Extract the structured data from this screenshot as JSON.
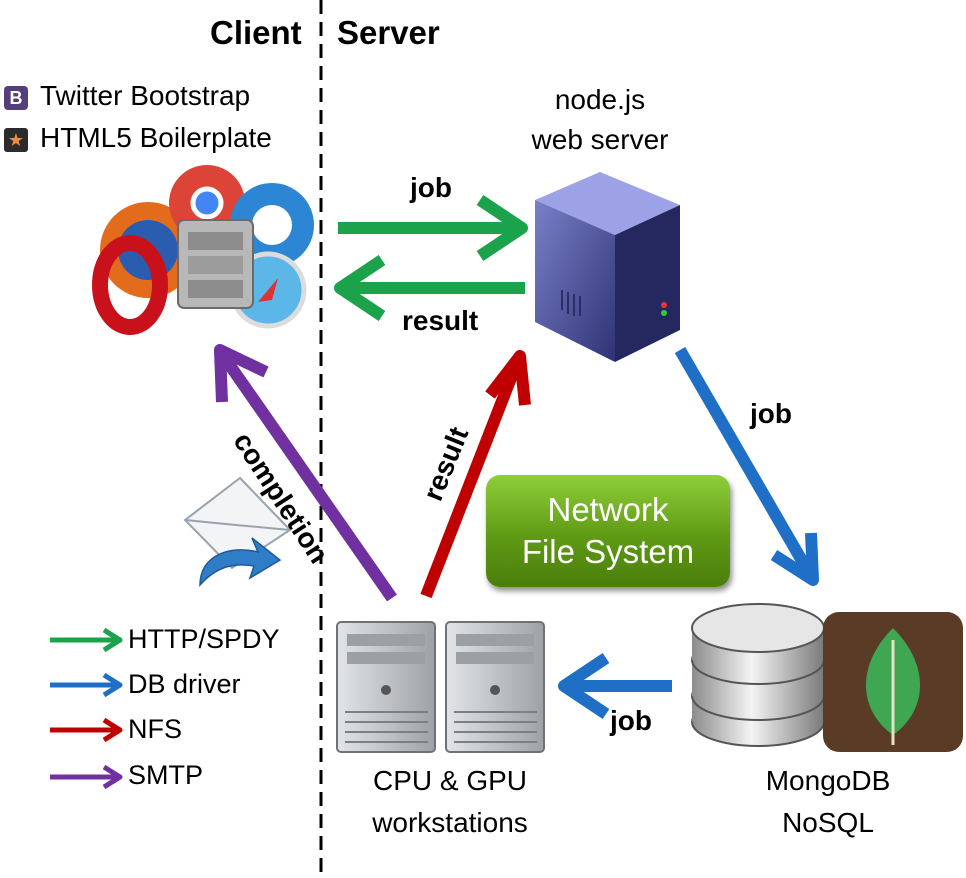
{
  "headers": {
    "client": "Client",
    "server": "Server"
  },
  "libraries": [
    {
      "name": "Twitter Bootstrap",
      "icon": "bootstrap-icon"
    },
    {
      "name": "HTML5 Boilerplate",
      "icon": "boilerplate-icon"
    }
  ],
  "nodes": {
    "web_server": {
      "line1": "node.js",
      "line2": "web server"
    },
    "workstations": {
      "line1": "CPU & GPU",
      "line2": "workstations"
    },
    "database": {
      "line1": "MongoDB",
      "line2": "NoSQL"
    },
    "nfs": {
      "line1": "Network",
      "line2": "File System"
    }
  },
  "arrows": {
    "client_to_server": "job",
    "server_to_client": "result",
    "server_to_db": "job",
    "db_to_workstations": "job",
    "workstations_to_server": "result",
    "workstations_to_client": "completion"
  },
  "legend": [
    {
      "label": "HTTP/SPDY",
      "color": "#1aa34a"
    },
    {
      "label": "DB driver",
      "color": "#1e6fc5"
    },
    {
      "label": "NFS",
      "color": "#c00000"
    },
    {
      "label": "SMTP",
      "color": "#7030a0"
    }
  ],
  "colors": {
    "http": "#1aa34a",
    "db": "#1e6fc5",
    "nfs": "#c00000",
    "smtp": "#7030a0"
  }
}
